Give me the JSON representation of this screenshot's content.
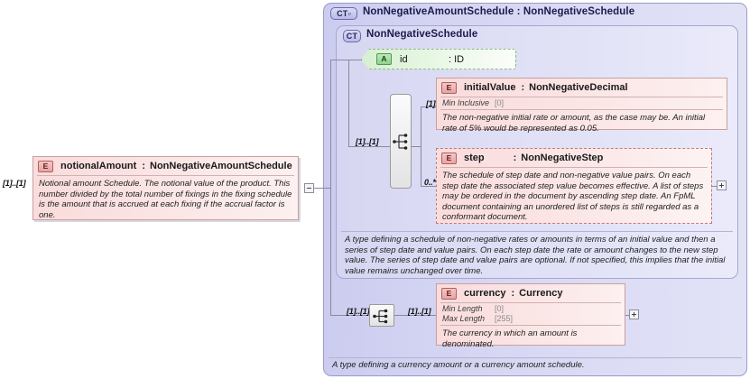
{
  "diagram": {
    "kind": "xsd-schema-diagram",
    "colors": {
      "container_fill": "#d7d7f3",
      "inner_fill": "#e2e2f7",
      "element_fill": "#fbe4e4",
      "attribute_fill": "#e6f6e2",
      "element_badge": "#e8a3a3",
      "attribute_badge": "#93d18d",
      "line": "#8a8a9a"
    }
  },
  "root_element": {
    "badge": "E",
    "name": "notionalAmount",
    "separator": ":",
    "type": "NonNegativeAmountSchedule",
    "multiplicity": "[1]..[1]",
    "documentation": "Notional amount Schedule. The notional value of the product. This number divided by the total number of fixings in the fixing schedule is the amount that is accrued at each fixing if the accrual factor is one.",
    "expander": "minus-expander"
  },
  "complex_type": {
    "badge": "CT",
    "badge_expander": "+",
    "name": "NonNegativeAmountSchedule",
    "separator": ":",
    "base_type": "NonNegativeSchedule",
    "annotation": "A type defining a currency amount or a currency amount schedule.",
    "inner": {
      "badge": "CT",
      "name": "NonNegativeSchedule",
      "annotation": "A type defining a schedule of non-negative rates or amounts in terms of an initial value and then a series of step date and value pairs. On each step date the rate or amount changes to the new step value. The series of step date and value pairs are optional. If not specified, this implies that the initial value remains unchanged over time."
    }
  },
  "attribute": {
    "badge": "A",
    "name": "id",
    "separator": ": ID",
    "type": "ID"
  },
  "compositors": [
    {
      "name": "sequence-compositor-schedule",
      "icon": "sequence-icon",
      "in_multiplicity": "[1]..[1]"
    },
    {
      "name": "sequence-compositor-currency",
      "icon": "sequence-icon",
      "in_multiplicity": "[1]..[1]",
      "out_multiplicity": "[1]..[1]"
    }
  ],
  "children": [
    {
      "badge": "E",
      "name": "initialValue",
      "separator": ":",
      "type": "NonNegativeDecimal",
      "multiplicity": "[1]..[1]",
      "facets": [
        {
          "label": "Min Inclusive",
          "value": "[0]"
        }
      ],
      "documentation": "The non-negative initial rate or amount, as the case may be. An initial rate of 5% would be represented as 0.05.",
      "optional": false
    },
    {
      "badge": "E",
      "name": "step",
      "separator": ":",
      "type": "NonNegativeStep",
      "multiplicity": "0..*",
      "facets": [],
      "documentation": "The schedule of step date and non-negative value pairs. On each step date the associated step value becomes effective. A list of steps may be ordered in the document by ascending step date. An FpML document containing an unordered list of steps is still regarded as a conformant document.",
      "optional": true,
      "expander": "plus-expander"
    },
    {
      "badge": "E",
      "name": "currency",
      "separator": ":",
      "type": "Currency",
      "multiplicity": "[1]..[1]",
      "facets": [
        {
          "label": "Min Length",
          "value": "[0]"
        },
        {
          "label": "Max Length",
          "value": "[255]"
        }
      ],
      "documentation": "The currency in which an amount is denominated.",
      "optional": false,
      "expander": "plus-expander"
    }
  ]
}
